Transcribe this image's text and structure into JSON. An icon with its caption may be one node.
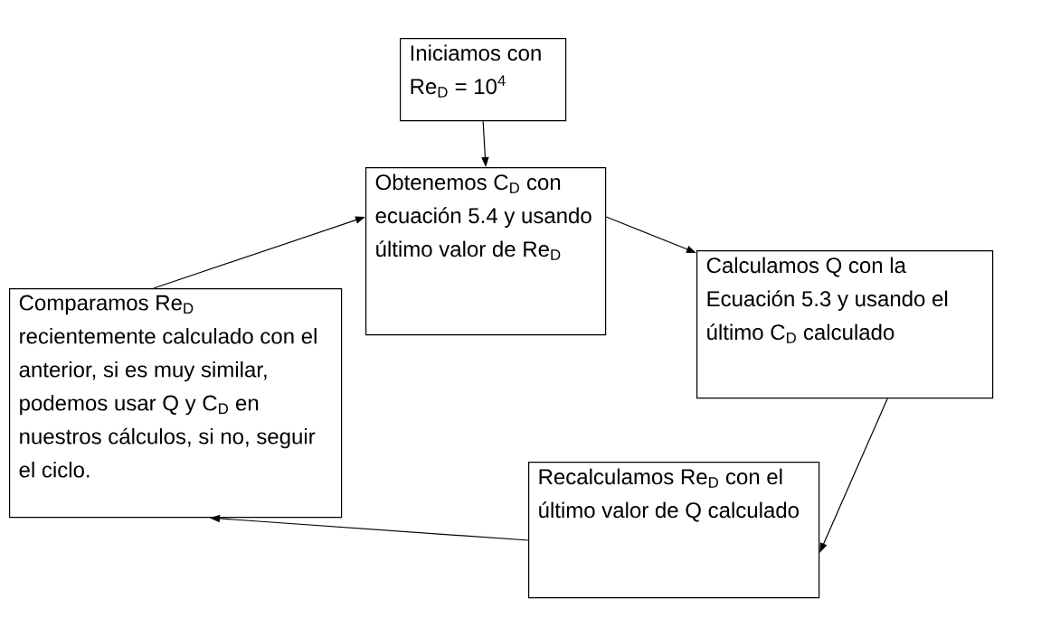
{
  "diagram": {
    "nodes": [
      {
        "text": [
          "Iniciamos con Re$_{D}$ = 10$^{4}$"
        ]
      },
      {
        "text": [
          "Obtenemos C$_{D}$ con ecuación 5.4 y usando último valor de Re$_{D}$"
        ]
      },
      {
        "text": [
          "Calculamos Q con la Ecuación 5.3 y usando el último C$_{D}$ calculado"
        ]
      },
      {
        "text": [
          "Recalculamos Re$_{D}$ con el último valor de Q calculado"
        ]
      },
      {
        "text": [
          "Comparamos Re$_{D}$ recientemente calculado con el anterior, si es muy similar, podemos usar Q y C$_{D}$ en nuestros cálculos, si no, seguir el ciclo."
        ]
      }
    ],
    "edges": [
      {
        "from": 0,
        "to": 1,
        "arrow": "to"
      },
      {
        "from": 1,
        "to": 2,
        "arrow": "to"
      },
      {
        "from": 2,
        "to": 3,
        "arrow": "to"
      },
      {
        "from": 3,
        "to": 4,
        "arrow": "to"
      },
      {
        "from": 4,
        "to": 1,
        "arrow": "to"
      }
    ]
  }
}
